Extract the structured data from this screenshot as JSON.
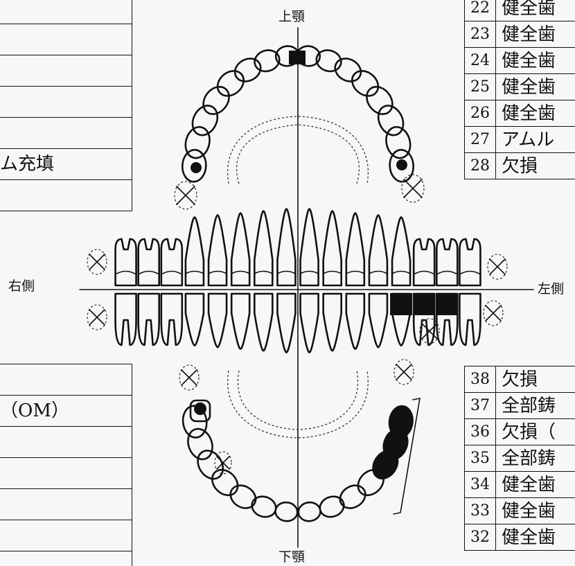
{
  "labels": {
    "upper_jaw": "上顎",
    "lower_jaw": "下顎",
    "right_side": "右側",
    "left_side": "左側"
  },
  "left_upper_rows": [
    "",
    "",
    "",
    "",
    "",
    "ム充填",
    ""
  ],
  "left_lower_rows": [
    "",
    "（OM）",
    "",
    "",
    "",
    "",
    ""
  ],
  "right_upper_rows": [
    {
      "num": "22",
      "text": "健全歯"
    },
    {
      "num": "23",
      "text": "健全歯"
    },
    {
      "num": "24",
      "text": "健全歯"
    },
    {
      "num": "25",
      "text": "健全歯"
    },
    {
      "num": "26",
      "text": "健全歯"
    },
    {
      "num": "27",
      "text": "アムル"
    },
    {
      "num": "28",
      "text": "欠損"
    }
  ],
  "right_lower_rows": [
    {
      "num": "38",
      "text": "欠損"
    },
    {
      "num": "37",
      "text": "全部鋳"
    },
    {
      "num": "36",
      "text": "欠損（"
    },
    {
      "num": "35",
      "text": "全部鋳"
    },
    {
      "num": "34",
      "text": "健全歯"
    },
    {
      "num": "33",
      "text": "健全歯"
    },
    {
      "num": "32",
      "text": "健全歯"
    }
  ]
}
